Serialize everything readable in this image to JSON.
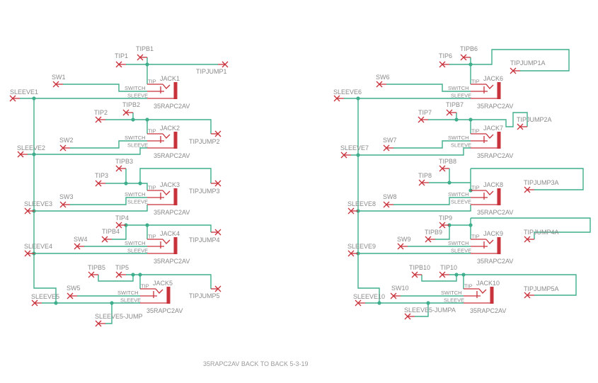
{
  "title": "35RAPC2AV BACK TO BACK 5-3-19",
  "pin_labels": {
    "tip": "TIP",
    "switch": "SWITCH",
    "sleeve": "SLEEVE"
  },
  "jacks": [
    {
      "name": "JACK1",
      "value": "35RAPC2AV"
    },
    {
      "name": "JACK2",
      "value": "35RAPC2AV"
    },
    {
      "name": "JACK3",
      "value": "35RAPC2AV"
    },
    {
      "name": "JACK4",
      "value": "35RAPC2AV"
    },
    {
      "name": "JACK5",
      "value": "35RAPC2AV"
    },
    {
      "name": "JACK6",
      "value": "35RAPC2AV"
    },
    {
      "name": "JACK7",
      "value": "35RAPC2AV"
    },
    {
      "name": "JACK8",
      "value": "35RAPC2AV"
    },
    {
      "name": "JACK9",
      "value": "35RAPC2AV"
    },
    {
      "name": "JACK10",
      "value": "35RAPC2AV"
    }
  ],
  "nets": {
    "SLEEVE1": "SLEEVE1",
    "SW1": "SW1",
    "TIP1": "TIP1",
    "TIPB1": "TIPB1",
    "TIPJUMP1": "TIPJUMP1",
    "SLEEVE2": "SLEEVE2",
    "SW2": "SW2",
    "TIP2": "TIP2",
    "TIPB2": "TIPB2",
    "TIPJUMP2": "TIPJUMP2",
    "SLEEVE3": "SLEEVE3",
    "SW3": "SW3",
    "TIP3": "TIP3",
    "TIPB3": "TIPB3",
    "TIPJUMP3": "TIPJUMP3",
    "SLEEVE4": "SLEEVE4",
    "SW4": "SW4",
    "TIP4": "TIP4",
    "TIPB4": "TIPB4",
    "TIPJUMP4": "TIPJUMP4",
    "SLEEVE5": "SLEEVE5",
    "SW5": "SW5",
    "TIP5": "TIP5",
    "TIPB5": "TIPB5",
    "TIPJUMP5": "TIPJUMP5",
    "SLEEVE5JUMP": "SLEEVE5-JUMP",
    "SLEEVE6": "SLEEVE6",
    "SW6": "SW6",
    "TIP6": "TIP6",
    "TIPB6": "TIPB6",
    "TIPJUMP1A": "TIPJUMP1A",
    "SLEEVE7": "SLEEVE7",
    "SW7": "SW7",
    "TIP7": "TIP7",
    "TIPB7": "TIPB7",
    "TIPJUMP2A": "TIPJUMP2A",
    "SLEEVE8": "SLEEVE8",
    "SW8": "SW8",
    "TIP8": "TIP8",
    "TIPB8": "TIPB8",
    "TIPJUMP3A": "TIPJUMP3A",
    "SLEEVE9": "SLEEVE9",
    "SW9": "SW9",
    "TIP9": "TIP9",
    "TIPB9": "TIPB9",
    "TIPJUMP4A": "TIPJUMP4A",
    "SLEEVE10": "SLEEVE10",
    "SW10": "SW10",
    "TIP10": "TIP10",
    "TIPB10": "TIPB10",
    "TIPJUMP5A": "TIPJUMP5A",
    "SLEEVE5JUMPA": "SLEEVE5-JUMPA"
  },
  "colors": {
    "wire": "#3fae8c",
    "pin": "#c7323b",
    "label": "#8a8a8a"
  }
}
